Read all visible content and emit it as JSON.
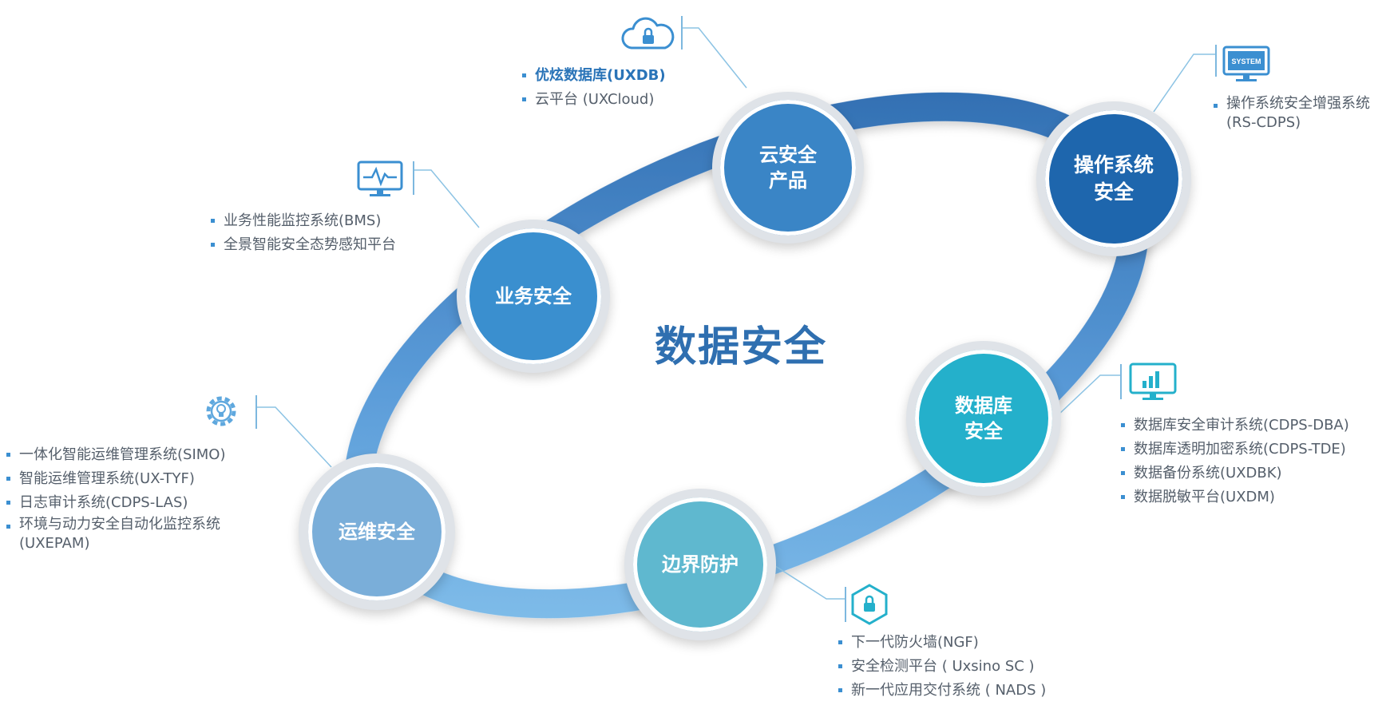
{
  "center": {
    "title": "数据安全"
  },
  "nodes": {
    "cloud": {
      "line1": "云安全",
      "line2": "产品"
    },
    "os": {
      "line1": "操作系统",
      "line2": "安全"
    },
    "business": {
      "label": "业务安全"
    },
    "database": {
      "line1": "数据库",
      "line2": "安全"
    },
    "ops": {
      "label": "运维安全"
    },
    "border": {
      "label": "边界防护"
    }
  },
  "lists": {
    "cloud": [
      "优炫数据库(UXDB)",
      "云平台 (UXCloud)"
    ],
    "os": {
      "line1": "操作系统安全增强系统",
      "line2": "(RS-CDPS)"
    },
    "business": [
      "业务性能监控系统(BMS)",
      "全景智能安全态势感知平台"
    ],
    "database": [
      "数据库安全审计系统(CDPS-DBA)",
      "数据库透明加密系统(CDPS-TDE)",
      "数据备份系统(UXDBK)",
      "数据脱敏平台(UXDM)"
    ],
    "ops": [
      "一体化智能运维管理系统(SIMO)",
      "智能运维管理系统(UX-TYF)",
      "日志审计系统(CDPS-LAS)"
    ],
    "ops_last": {
      "line1": "环境与动力安全自动化监控系统",
      "line2": "(UXEPAM)"
    },
    "border": [
      "下一代防火墙(NGF)",
      "安全检测平台 ( Uxsino SC )",
      "新一代应用交付系统 ( NADS )"
    ]
  },
  "icons": {
    "cloud": "cloud-lock-icon",
    "os": "system-monitor-icon",
    "os_text": "SYSTEM",
    "business": "heartbeat-monitor-icon",
    "database": "bar-chart-monitor-icon",
    "ops": "gear-bulb-icon",
    "border": "hexagon-lock-icon"
  },
  "colors": {
    "cloud": "#3a85c6",
    "os": "#1e66ad",
    "business": "#3a8fcf",
    "database": "#24b0cb",
    "ops": "#7aaed9",
    "border": "#5fb8cf",
    "title": "#2f6fb0",
    "bullet": "#3b8fd1"
  }
}
